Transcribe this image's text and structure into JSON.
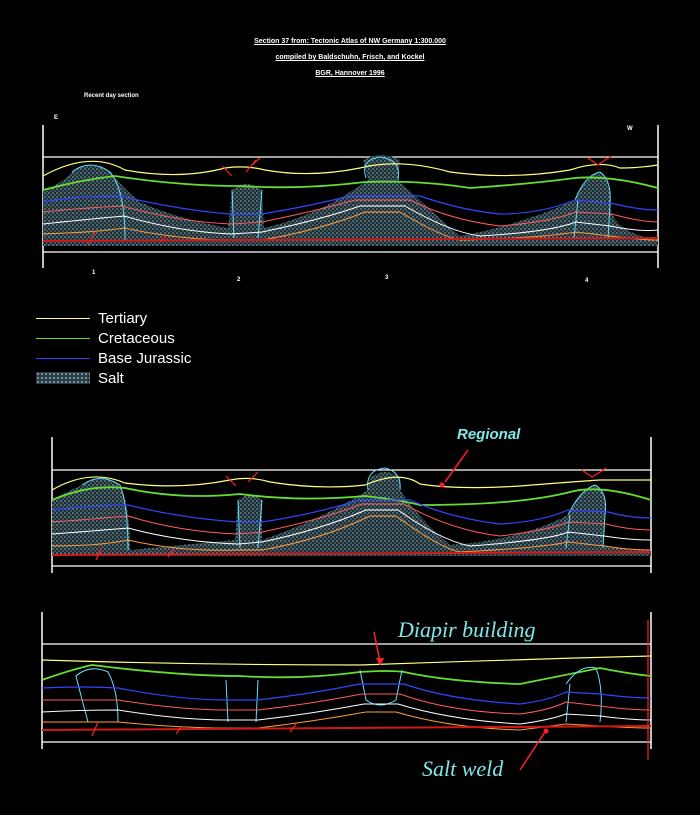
{
  "header": {
    "line1": "Section 37 from: Tectonic Atlas of NW Germany 1:300.000",
    "line2": "compiled by Baldschuhn, Frisch, and Kockel",
    "line3": "BGR, Hannover 1996"
  },
  "panel1": {
    "caption": "Recent day section",
    "east_label": "E",
    "west_label": "W",
    "diapir_numbers": [
      "1",
      "2",
      "3",
      "4"
    ]
  },
  "legend": [
    {
      "label": "Tertiary",
      "color": "#ffff80",
      "kind": "line"
    },
    {
      "label": "Cretaceous",
      "color": "#66dd33",
      "kind": "line"
    },
    {
      "label": "Base Jurassic",
      "color": "#3344ff",
      "kind": "line"
    },
    {
      "label": "Salt",
      "color": "#2b3d44",
      "kind": "pattern"
    }
  ],
  "annotations": {
    "regional": "Regional",
    "diapir_building": "Diapir building",
    "salt_weld": "Salt weld"
  },
  "colors": {
    "tertiary": "#ffff80",
    "cretaceous": "#66dd33",
    "jurassic": "#3344ff",
    "salt": "#2b3d44",
    "fault": "#ff2020",
    "salt_outline": "#66e0ff"
  }
}
